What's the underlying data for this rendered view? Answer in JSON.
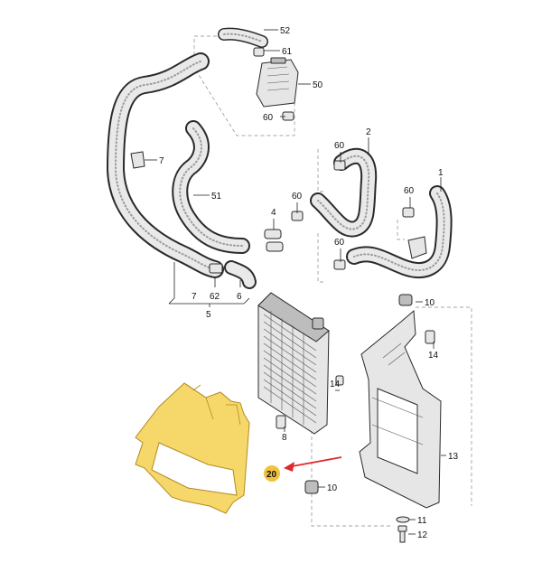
{
  "callouts": {
    "c52": "52",
    "c61": "61",
    "c50": "50",
    "c60a": "60",
    "c7a": "7",
    "c51": "51",
    "c60b": "60",
    "c2": "2",
    "c1": "1",
    "c60c": "60",
    "c60d": "60",
    "c4": "4",
    "c60e": "60",
    "c7b": "7",
    "c62": "62",
    "c6": "6",
    "c5": "5",
    "c10a": "10",
    "c14a": "14",
    "c14b": "14",
    "c8": "8",
    "c13": "13",
    "c20": "20",
    "c10b": "10",
    "c11": "11",
    "c12": "12"
  },
  "colors": {
    "highlight_part": "#f6d86a",
    "highlight_callout": "#f2c23a",
    "arrow": "#e0282c"
  }
}
